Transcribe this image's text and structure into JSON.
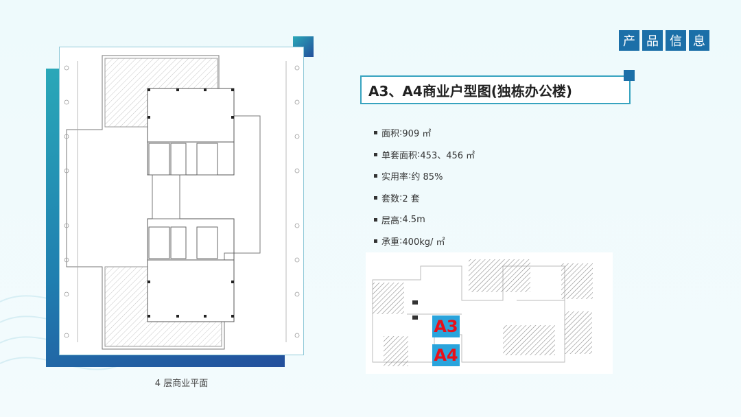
{
  "header": {
    "tags": [
      "产",
      "品",
      "信",
      "息"
    ]
  },
  "plan": {
    "caption": "4 层商业平面"
  },
  "product": {
    "title": "A3、A4商业户型图(独栋办公楼)",
    "specs": [
      {
        "label": "面积",
        "value": "909 ㎡"
      },
      {
        "label": "单套面积",
        "value": "453、456 ㎡"
      },
      {
        "label": "实用率",
        "value": "约 85%"
      },
      {
        "label": "套数",
        "value": "2 套"
      },
      {
        "label": "层高",
        "value": "4.5m"
      },
      {
        "label": "承重",
        "value": "400kg/ ㎡"
      }
    ]
  },
  "site_map": {
    "labels": [
      "A3",
      "A4"
    ]
  },
  "colors": {
    "accent_blue": "#1b6fa8",
    "accent_teal": "#2aa8b8",
    "label_bg": "#2aa4dc",
    "label_text": "#e8101a"
  }
}
